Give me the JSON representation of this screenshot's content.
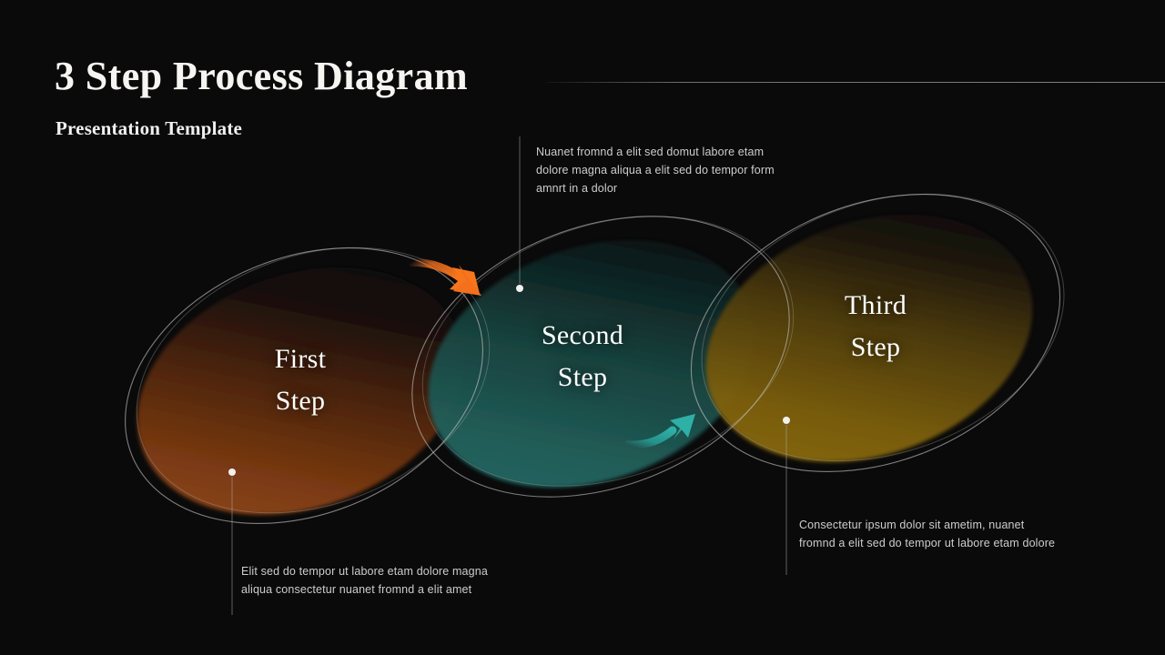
{
  "header": {
    "title": "3 Step Process Diagram",
    "subtitle": "Presentation Template"
  },
  "steps": [
    {
      "id": "first",
      "label_line1": "First",
      "label_line2": "Step",
      "color": "#8a4113",
      "callout": "Elit sed do tempor ut labore etam dolore magna aliqua consectetur nuanet fromnd a elit amet"
    },
    {
      "id": "second",
      "label_line1": "Second",
      "label_line2": "Step",
      "color": "#1f5250",
      "callout": "Nuanet fromnd a elit sed domut labore etam dolore magna aliqua a elit sed do tempor form amnrt in a dolor"
    },
    {
      "id": "third",
      "label_line1": "Third",
      "label_line2": "Step",
      "color": "#7d6010",
      "callout": "Consectetur ipsum dolor sit ametim, nuanet fromnd a elit sed do tempor ut labore etam dolore"
    }
  ],
  "arrows": [
    {
      "id": "arrow-first-to-second",
      "color": "#f4701d",
      "direction": "down-right"
    },
    {
      "id": "arrow-second-to-third",
      "color": "#2aa39b",
      "direction": "up-right"
    }
  ],
  "palette": {
    "background": "#0a0a0b",
    "text_primary": "#ffffff",
    "text_secondary": "#cfcdcb",
    "outline": "#c9c7c4",
    "accent_orange": "#f4701d",
    "accent_teal": "#2aa39b",
    "accent_gold": "#7d6010"
  }
}
